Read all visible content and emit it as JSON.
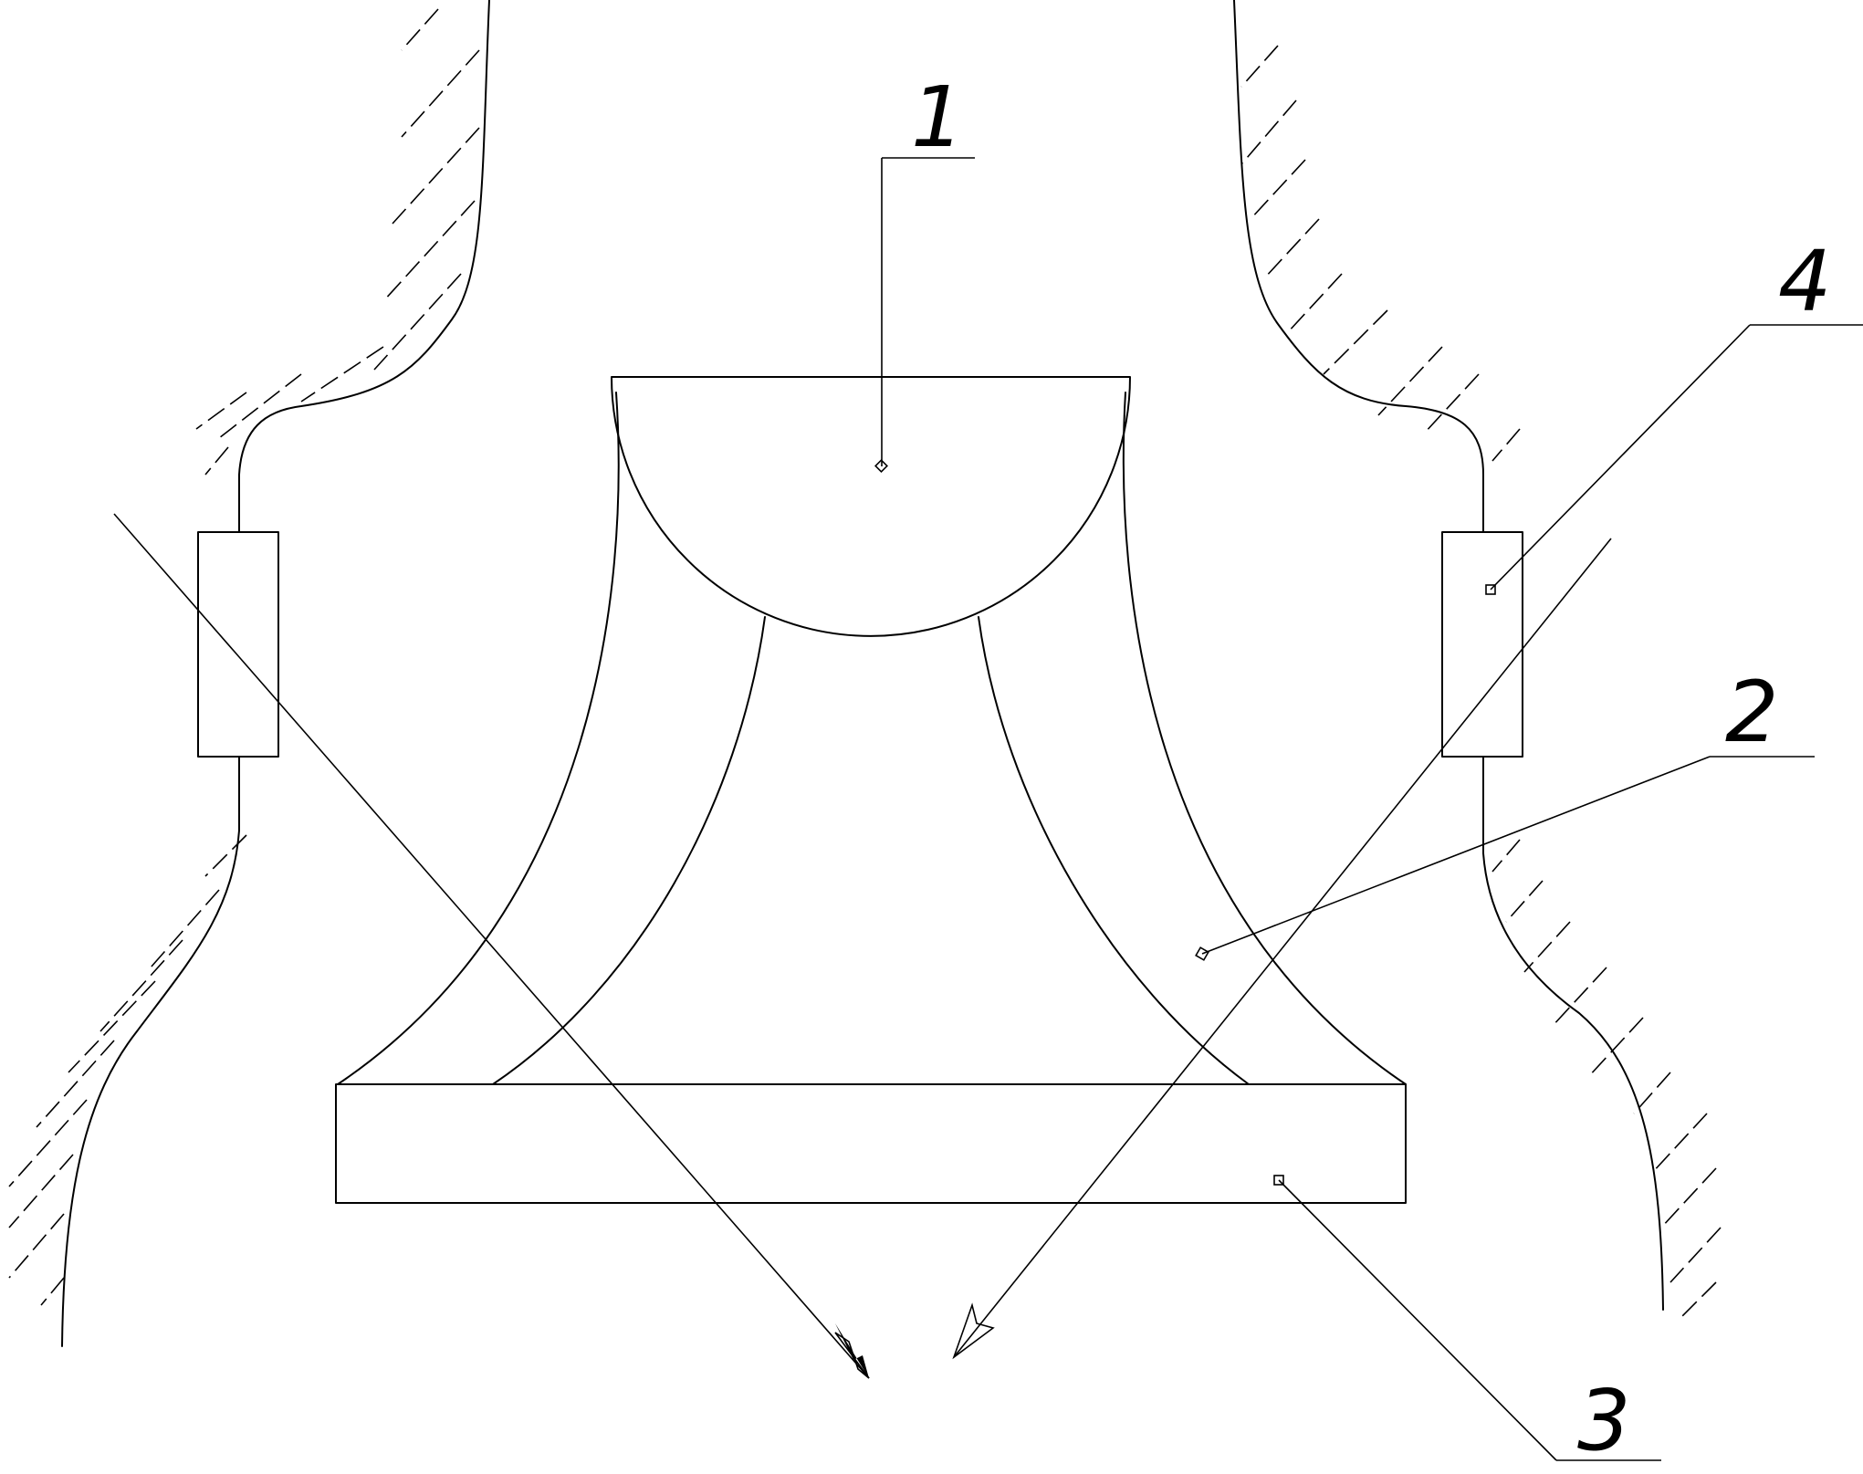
{
  "labels": {
    "p1": "1",
    "p2": "2",
    "p3": "3",
    "p4": "4"
  },
  "colors": {
    "line": "#000000",
    "background": "#ffffff"
  }
}
